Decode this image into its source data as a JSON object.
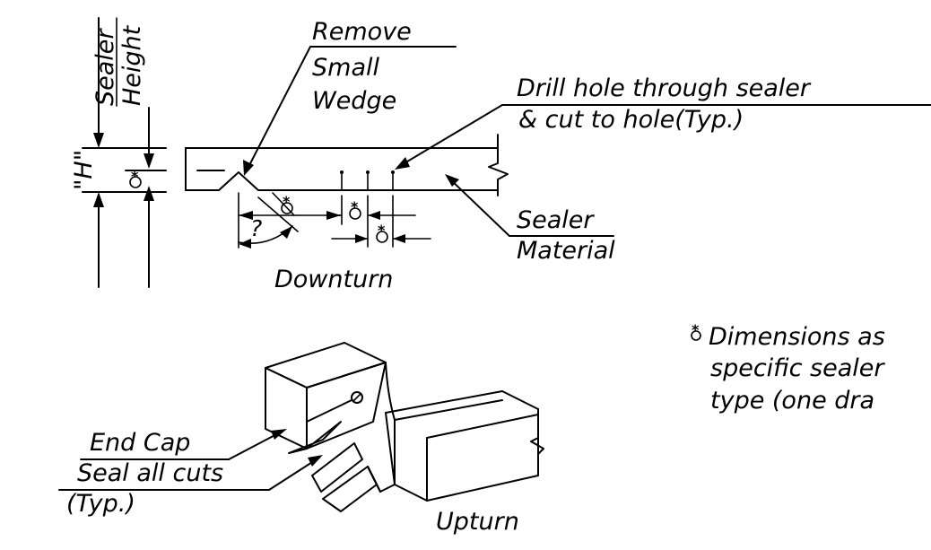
{
  "labels": {
    "sealer_height": [
      "Sealer",
      "Height"
    ],
    "h_dim": "\"H\"",
    "remove_small_wedge": [
      "Remove",
      "Small",
      "Wedge"
    ],
    "drill_hole": [
      "Drill hole through sealer",
      "& cut to hole(Typ.)"
    ],
    "sealer_material": [
      "Sealer",
      "Material"
    ],
    "downturn": "Downturn",
    "angle_mark": "?",
    "dimensions_note": [
      "Dimensions as",
      "specific sealer",
      "type (one dra"
    ],
    "end_cap": "End Cap",
    "seal_all_cuts": [
      "Seal all cuts",
      "(Typ.)"
    ],
    "upturn": "Upturn",
    "asterisk": "*"
  }
}
